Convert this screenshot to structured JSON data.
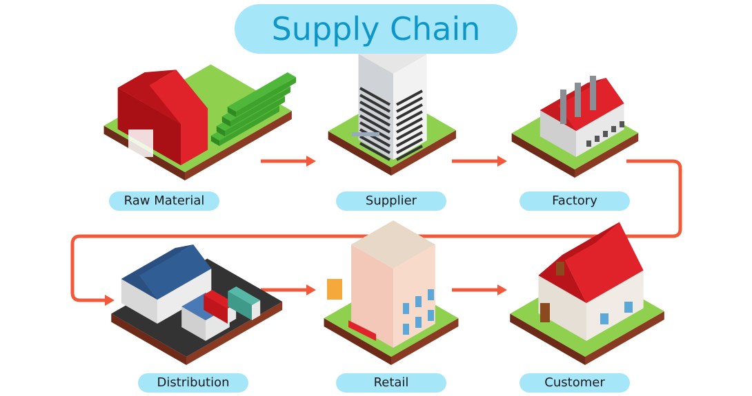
{
  "title": "Supply Chain",
  "stages": [
    {
      "label": "Raw Material",
      "icon": "barn-farm-icon"
    },
    {
      "label": "Supplier",
      "icon": "office-tower-icon"
    },
    {
      "label": "Factory",
      "icon": "factory-icon"
    },
    {
      "label": "Distribution",
      "icon": "warehouse-trucks-icon"
    },
    {
      "label": "Retail",
      "icon": "retail-store-icon"
    },
    {
      "label": "Customer",
      "icon": "house-icon"
    }
  ],
  "colors": {
    "arrow": "#f4583a",
    "pill": "#a6e6f9",
    "title_text": "#0f96c8",
    "grass": "#8fd14f",
    "soil": "#8a3a22"
  }
}
